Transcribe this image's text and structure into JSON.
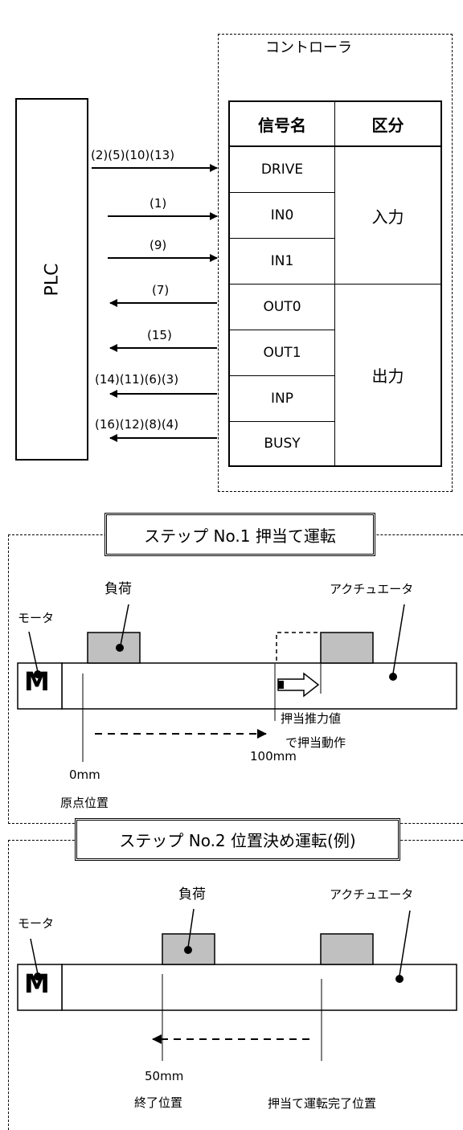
{
  "controller": {
    "title": "コントローラ",
    "plc_label": "PLC",
    "table": {
      "headers": [
        "信号名",
        "区分"
      ],
      "signals": [
        "DRIVE",
        "IN0",
        "IN1",
        "OUT0",
        "OUT1",
        "INP",
        "BUSY"
      ],
      "groups": {
        "input": "入力",
        "output": "出力"
      }
    },
    "arrows": [
      {
        "label": "(2)(5)(10)(13)",
        "direction": "to-controller"
      },
      {
        "label": "(1)",
        "direction": "to-controller"
      },
      {
        "label": "(9)",
        "direction": "to-controller"
      },
      {
        "label": "(7)",
        "direction": "to-plc"
      },
      {
        "label": "(15)",
        "direction": "to-plc"
      },
      {
        "label": "(14)(11)(6)(3)",
        "direction": "to-plc"
      },
      {
        "label": "(16)(12)(8)(4)",
        "direction": "to-plc"
      }
    ]
  },
  "step1": {
    "title": "ステップ No.1 押当て運転",
    "load": "負荷",
    "motor": "モータ",
    "motor_letter": "M",
    "actuator": "アクチュエータ",
    "push_text_1": "押当推力値",
    "push_text_2": "で押当動作",
    "start_mm": "0mm",
    "start_label": "原点位置",
    "end_mm": "100mm"
  },
  "step2": {
    "title": "ステップ No.2 位置決め運転(例)",
    "load": "負荷",
    "motor": "モータ",
    "motor_letter": "M",
    "actuator": "アクチュエータ",
    "end_mm": "50mm",
    "end_label": "終了位置",
    "complete_label": "押当て運転完了位置"
  }
}
